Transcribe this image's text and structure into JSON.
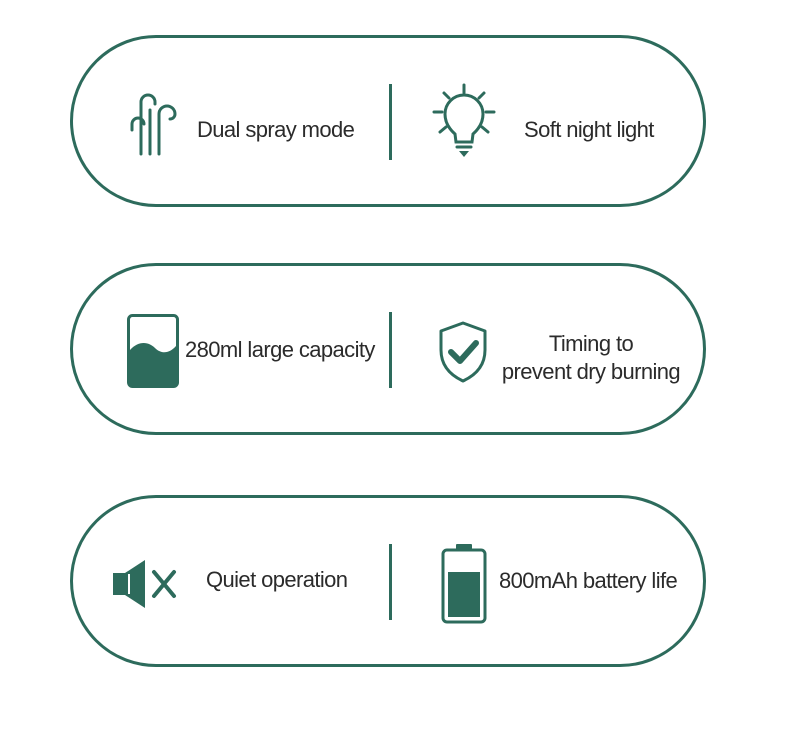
{
  "features": [
    {
      "left": {
        "icon": "dual-spray-icon",
        "label": "Dual spray mode"
      },
      "right": {
        "icon": "light-bulb-icon",
        "label": "Soft night light"
      }
    },
    {
      "left": {
        "icon": "water-tank-icon",
        "label": "280ml large capacity"
      },
      "right": {
        "icon": "shield-check-icon",
        "label_line1": "Timing to",
        "label_line2": "prevent dry burning"
      }
    },
    {
      "left": {
        "icon": "speaker-mute-icon",
        "label": "Quiet operation"
      },
      "right": {
        "icon": "battery-icon",
        "label": "800mAh battery life"
      }
    }
  ],
  "colors": {
    "accent": "#2d6b5c",
    "text": "#2b2b2b",
    "background": "#ffffff"
  }
}
